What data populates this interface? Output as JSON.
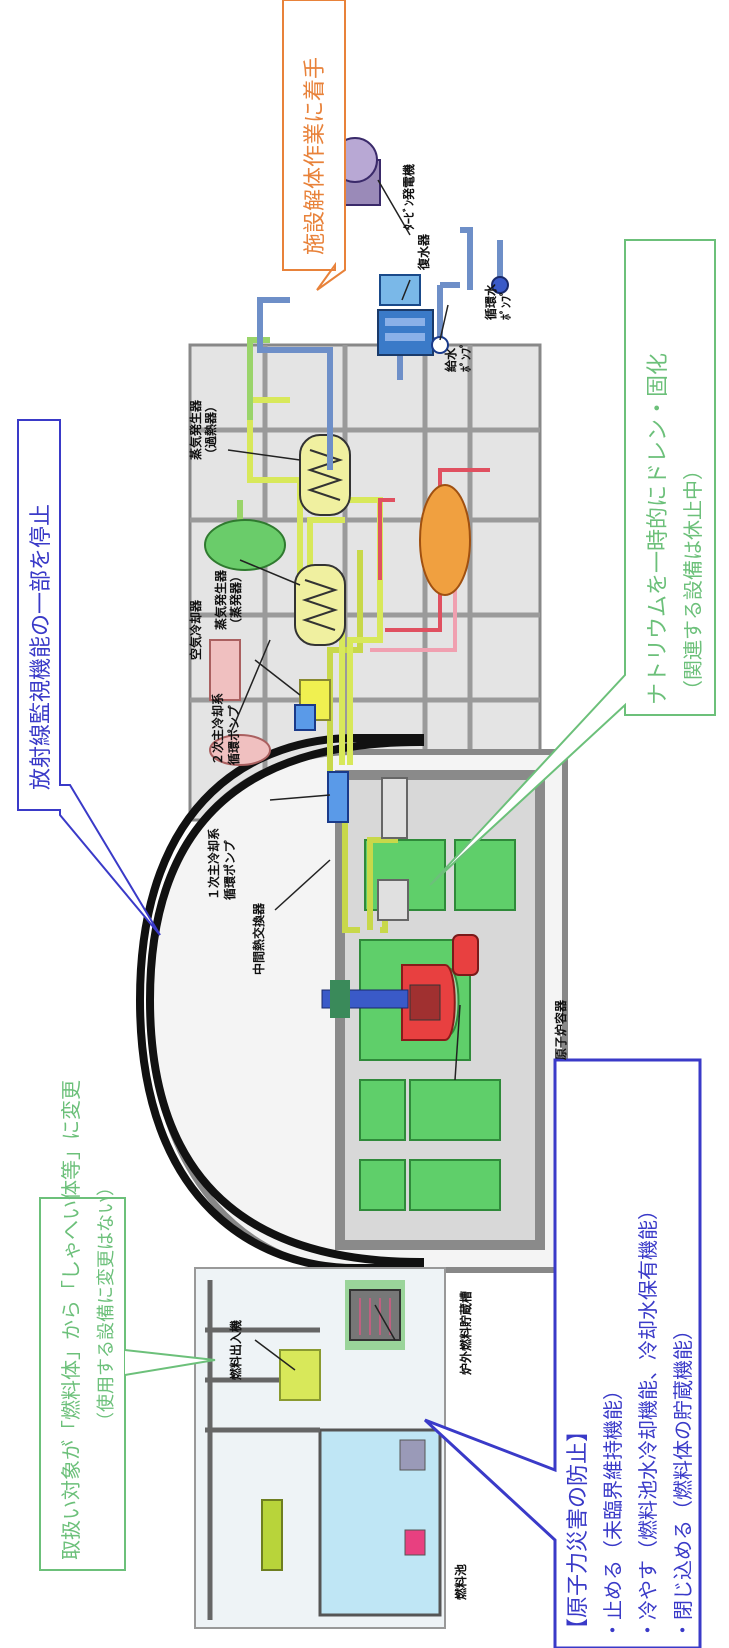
{
  "callouts": {
    "top_right": "施設解体作業に着手",
    "radiation": "放射線監視機能の一部を停止",
    "sodium_line1": "ナトリウムを一時的にドレン・固化",
    "sodium_line2": "（関連する設備は休止中）",
    "fuel_line1": "取扱い対象が「燃料体」から「しゃへい体等」に変更",
    "fuel_line2": "（使用する設備に変更はない）",
    "disaster_title": "【原子力災害の防止】",
    "disaster_item1": "・止める（未臨界維持機能）",
    "disaster_item2": "・冷やす（燃料池水冷却機能、冷却水保有機能）",
    "disaster_item3": "・閉じ込める（燃料体の貯蔵機能）"
  },
  "labels": {
    "turbine_generator": "ﾀｰﾋﾞﾝ発電機",
    "condenser": "復水器",
    "circulating_pump_1": "循環水",
    "circulating_pump_2": "ﾎﾟﾝﾌﾟ",
    "feedwater_pump_1": "給水",
    "feedwater_pump_2": "ﾎﾟﾝﾌﾟ",
    "sg_superheater_1": "蒸気発生器",
    "sg_superheater_2": "（過熱器）",
    "sg_evaporator_1": "蒸気発生器",
    "sg_evaporator_2": "（蒸発器）",
    "air_cooler": "空気冷却器",
    "secondary_pump_1": "２次主冷却系",
    "secondary_pump_2": "循環ポンプ",
    "primary_pump_1": "１次主冷却系",
    "primary_pump_2": "循環ポンプ",
    "ihx": "中間熱交換器",
    "reactor_vessel": "原子炉容器",
    "fuel_handling": "燃料出入機",
    "exvessel_storage": "炉外燃料貯蔵槽",
    "fuel_pool": "燃料池"
  },
  "colors": {
    "blue_callout": "#3a3ac8",
    "green_callout": "#6cc07a",
    "orange_callout": "#e8823a",
    "primary_loop": "#c8d84a",
    "secondary_loop": "#9ad46a",
    "water_loop": "#6e8fc8",
    "pool": "#bfe6f5",
    "reactor": "#e84040"
  }
}
